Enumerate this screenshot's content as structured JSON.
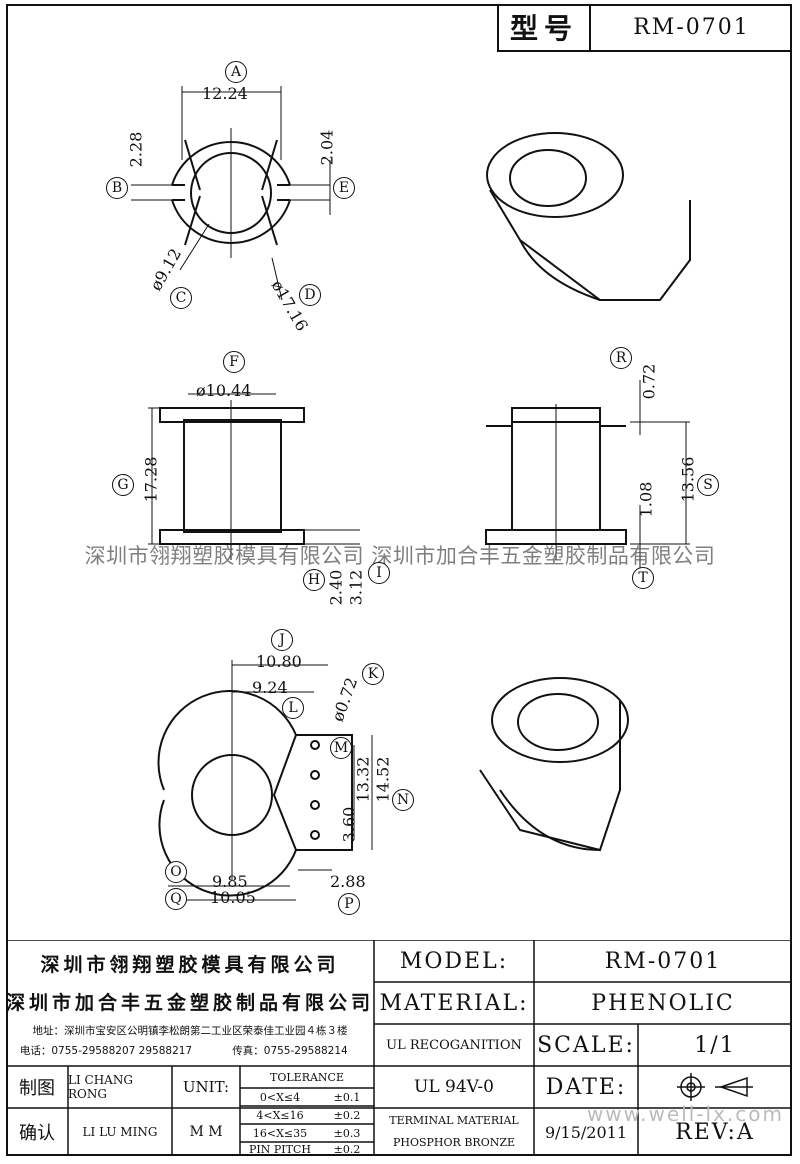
{
  "header": {
    "label": "型号",
    "model": "RM-0701"
  },
  "watermark": "深圳市翎翔塑胶模具有限公司 深圳市加合丰五金塑胶制品有限公司",
  "dimensions": {
    "A": "12.24",
    "B": "2.28",
    "E": "2.04",
    "C": "ø9.12",
    "D": "ø17.16",
    "F": "ø10.44",
    "G": "17.28",
    "H": "2.40",
    "I": "3.12",
    "R": "0.72",
    "S": "13.56",
    "T": "1.08",
    "J": "10.80",
    "L": "9.24",
    "K": "ø0.72",
    "M": "3.60",
    "N": "13.32",
    "N2": "14.52",
    "O": "9.85",
    "Q": "10.05",
    "P": "2.88"
  },
  "letters": [
    "A",
    "B",
    "C",
    "D",
    "E",
    "F",
    "G",
    "H",
    "I",
    "R",
    "S",
    "T",
    "J",
    "K",
    "L",
    "M",
    "N",
    "O",
    "P",
    "Q"
  ],
  "title_block": {
    "company1": "深圳市翎翔塑胶模具有限公司",
    "company2": "深圳市加合丰五金塑胶制品有限公司",
    "address": "地址：深圳市宝安区公明镇李松朗第二工业区荣泰佳工业园４栋３楼",
    "phone": "电话：0755-29588207  29588217",
    "fax": "传真：0755-29588214",
    "model_label": "MODEL:",
    "model_value": "RM-0701",
    "material_label": "MATERIAL:",
    "material_value": "PHENOLIC",
    "ul_label": "UL RECOGANITION",
    "ul_value": "UL 94V-0",
    "scale_label": "SCALE:",
    "scale_value": "1/1",
    "date_label": "DATE:",
    "date_value": "9/15/2011",
    "terminal_label_1": "TERMINAL MATERIAL",
    "terminal_label_2": "PHOSPHOR  BRONZE",
    "rev_label": "REV:A",
    "drawn_label": "制图",
    "drawn_by": "LI CHANG RONG",
    "check_label": "确认",
    "checked_by": "LI LU MING",
    "unit_label": "UNIT:",
    "unit_value": "M M",
    "tolerance_title": "TOLERANCE",
    "tolerance_rows": [
      {
        "range": "0<X≤4",
        "tol": "±0.1"
      },
      {
        "range": "4<X≤16",
        "tol": "±0.2"
      },
      {
        "range": "16<X≤35",
        "tol": "±0.3"
      },
      {
        "range": "PIN PITCH",
        "tol": "±0.2"
      }
    ]
  },
  "url": "www.well-lx.com"
}
